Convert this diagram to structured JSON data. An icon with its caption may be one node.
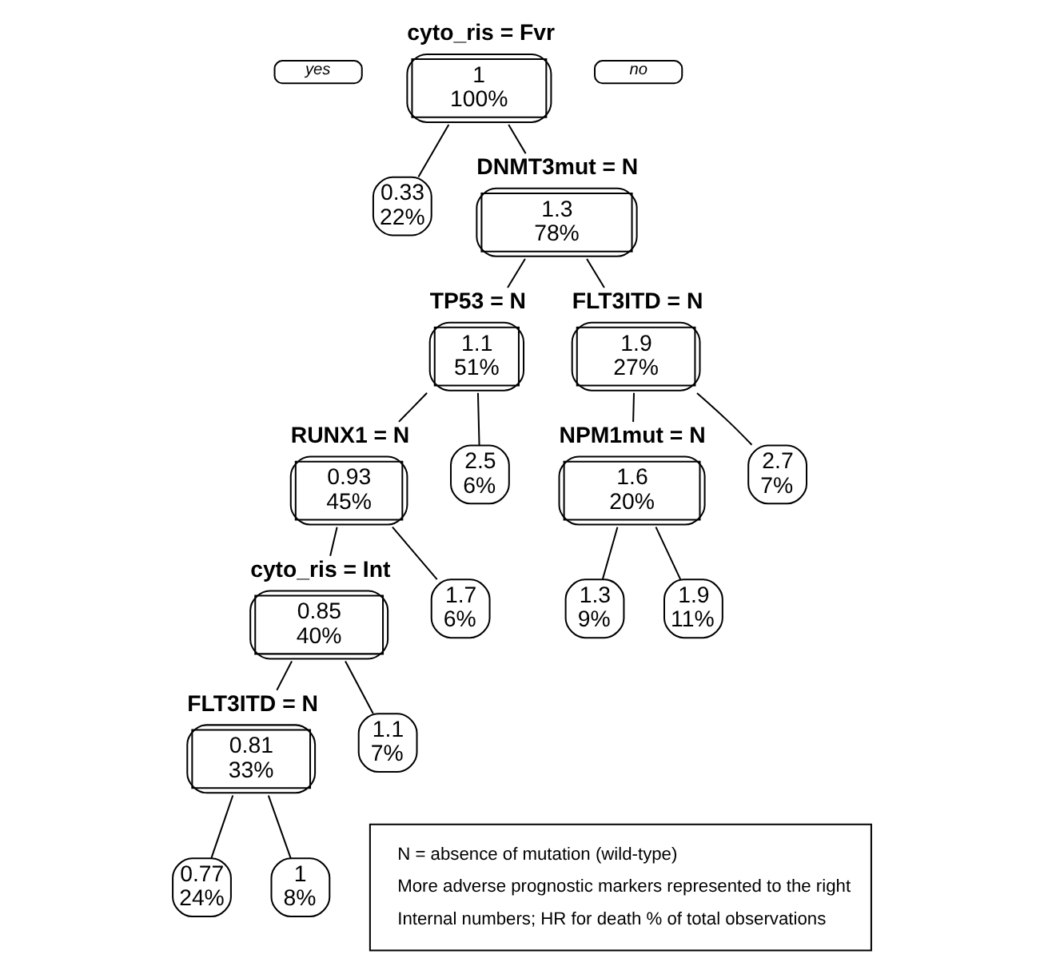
{
  "diagram": {
    "nodes": [
      {
        "text": [
          "yes"
        ]
      },
      {
        "text": [
          "cyto_ris = Fvr",
          "1 100%"
        ]
      },
      {
        "text": [
          "no"
        ]
      },
      {
        "text": [
          "0.33 22%"
        ]
      },
      {
        "text": [
          "DNMT3mut = N",
          "1.3 78%"
        ]
      },
      {
        "text": [
          "TP53 = N",
          "1.1 51%"
        ]
      },
      {
        "text": [
          "FLT3ITD = N",
          "1.9 27%"
        ]
      },
      {
        "text": [
          "RUNX1 = N",
          "0.93 45%"
        ]
      },
      {
        "text": [
          "2.5 6%"
        ]
      },
      {
        "text": [
          "NPM1mut = N",
          "1.6 20%"
        ]
      },
      {
        "text": [
          "2.7 7%"
        ]
      },
      {
        "text": [
          "cyto_ris = Int",
          "0.85 40%"
        ]
      },
      {
        "text": [
          "1.7 6%"
        ]
      },
      {
        "text": [
          "1.3 9%"
        ]
      },
      {
        "text": [
          "1.9 11%"
        ]
      },
      {
        "text": [
          "FLT3ITD = N",
          "0.81 33%"
        ]
      },
      {
        "text": [
          "1.1 7%"
        ]
      },
      {
        "text": [
          "0.77 24%"
        ]
      },
      {
        "text": [
          "1 8%"
        ]
      },
      {
        "text": [
          "N = absence of mutation (wild-type)",
          "More adverse prognostic markers represented to the right",
          "Internal numbers; HR for death % of total observations"
        ]
      }
    ],
    "edges": [
      {
        "from": 1,
        "to": 3,
        "arrow": "none"
      },
      {
        "from": 1,
        "to": 4,
        "arrow": "none"
      },
      {
        "from": 4,
        "to": 5,
        "arrow": "none"
      },
      {
        "from": 4,
        "to": 6,
        "arrow": "none"
      },
      {
        "from": 5,
        "to": 7,
        "arrow": "none"
      },
      {
        "from": 5,
        "to": 8,
        "arrow": "none"
      },
      {
        "from": 6,
        "to": 9,
        "arrow": "none"
      },
      {
        "from": 6,
        "to": 10,
        "arrow": "none"
      },
      {
        "from": 7,
        "to": 11,
        "arrow": "none"
      },
      {
        "from": 7,
        "to": 12,
        "arrow": "none"
      },
      {
        "from": 9,
        "to": 13,
        "arrow": "none"
      },
      {
        "from": 9,
        "to": 14,
        "arrow": "none"
      },
      {
        "from": 11,
        "to": 15,
        "arrow": "none"
      },
      {
        "from": 11,
        "to": 16,
        "arrow": "none"
      },
      {
        "from": 15,
        "to": 17,
        "arrow": "none"
      },
      {
        "from": 15,
        "to": 18,
        "arrow": "none"
      }
    ]
  }
}
